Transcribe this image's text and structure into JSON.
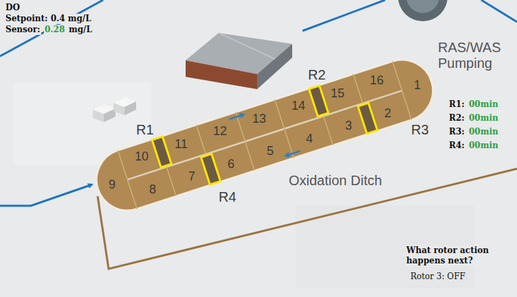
{
  "diagram": {
    "labels": [
      "DO",
      "Setpoint: 0.4 mg/L",
      "Sensor:",
      "0.28",
      "mg/L",
      "RAS/WAS Pumping",
      "R2",
      "16",
      "15",
      "14",
      "13",
      "12",
      "11",
      "10",
      "9",
      "1",
      "2",
      "3",
      "4",
      "5",
      "6",
      "7",
      "8",
      "R1",
      "R3",
      "R4",
      "Oxidation Ditch",
      "R1:",
      "00min",
      "R2:",
      "00min",
      "R3:",
      "00min",
      "R4:",
      "00min",
      "What rotor action happens next?",
      "Rotor 3: OFF"
    ]
  }
}
